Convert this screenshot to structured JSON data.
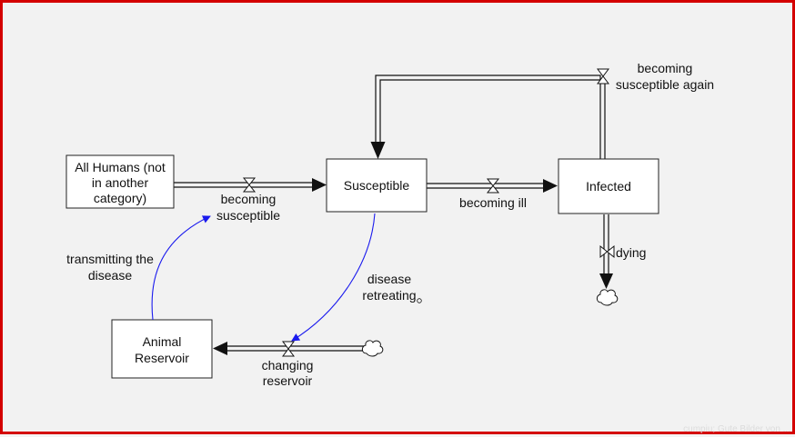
{
  "stocks": {
    "all_humans": [
      "All Humans (not",
      "in another",
      "category)"
    ],
    "susceptible": [
      "Susceptible"
    ],
    "infected": [
      "Infected"
    ],
    "animal_reservoir": [
      "Animal",
      "Reservoir"
    ]
  },
  "flows": {
    "becoming_susceptible": [
      "becoming",
      "susceptible"
    ],
    "becoming_ill": [
      "becoming ill"
    ],
    "becoming_susceptible_again": [
      "becoming",
      "susceptible again"
    ],
    "dying": [
      "dying"
    ],
    "changing_reservoir": [
      "changing",
      "reservoir"
    ]
  },
  "links": {
    "transmitting_the_disease": [
      "transmitting the",
      "disease"
    ],
    "disease_retreating": [
      "disease",
      "retreating"
    ]
  },
  "watermark": "cumpiu; Gute Bilder von ..."
}
